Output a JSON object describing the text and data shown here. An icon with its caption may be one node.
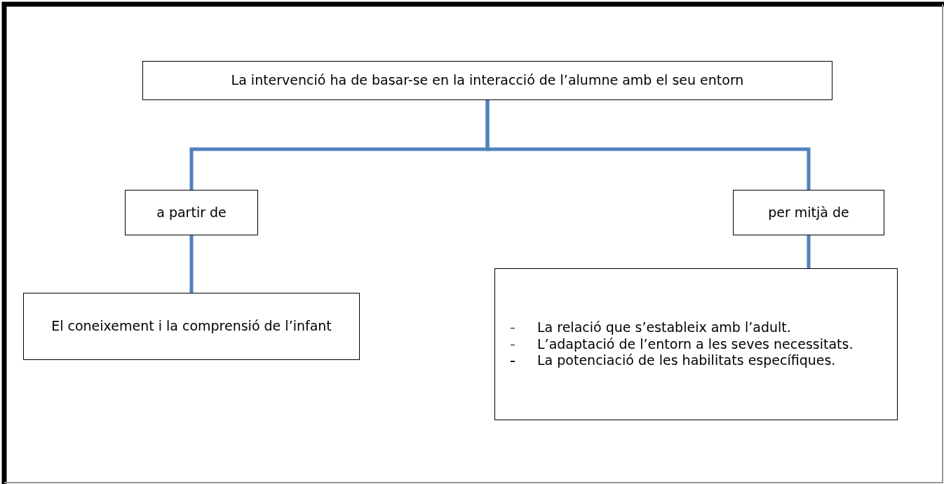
{
  "diagram": {
    "nodes": [
      {
        "text": [
          "La intervenció ha de basar-se en la interacció de l’alumne amb el seu entorn"
        ]
      },
      {
        "text": [
          "a partir de"
        ]
      },
      {
        "text": [
          "per mitjà de"
        ]
      },
      {
        "text": [
          "El coneixement i la comprensió de l’infant"
        ]
      },
      {
        "text": [
          "La relació que s’estableix amb l’adult.",
          "L’adaptació de l’entorn a les seves necessitats.",
          "La potenciació de les habilitats específiques."
        ]
      }
    ],
    "edges": [
      {
        "from": 0,
        "to": 1,
        "arrow": "none"
      },
      {
        "from": 0,
        "to": 2,
        "arrow": "none"
      },
      {
        "from": 1,
        "to": 3,
        "arrow": "none"
      },
      {
        "from": 2,
        "to": 4,
        "arrow": "none"
      }
    ]
  }
}
